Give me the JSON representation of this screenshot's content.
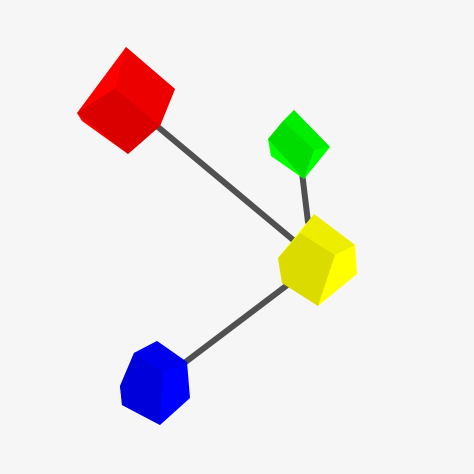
{
  "scene": {
    "background": "#f6f6f6",
    "rod_color": "#505050",
    "cubes": {
      "red": {
        "name": "red-cube",
        "color": "#ff0000"
      },
      "green": {
        "name": "green-cube",
        "color": "#00ff00"
      },
      "yellow": {
        "name": "yellow-cube",
        "color": "#ffff00"
      },
      "blue": {
        "name": "blue-cube",
        "color": "#0000ff"
      }
    },
    "links": [
      {
        "name": "rod-red-to-yellow",
        "from": "red",
        "to": "yellow"
      },
      {
        "name": "rod-green-to-yellow",
        "from": "green",
        "to": "yellow"
      },
      {
        "name": "rod-yellow-to-blue",
        "from": "yellow",
        "to": "blue"
      }
    ]
  }
}
